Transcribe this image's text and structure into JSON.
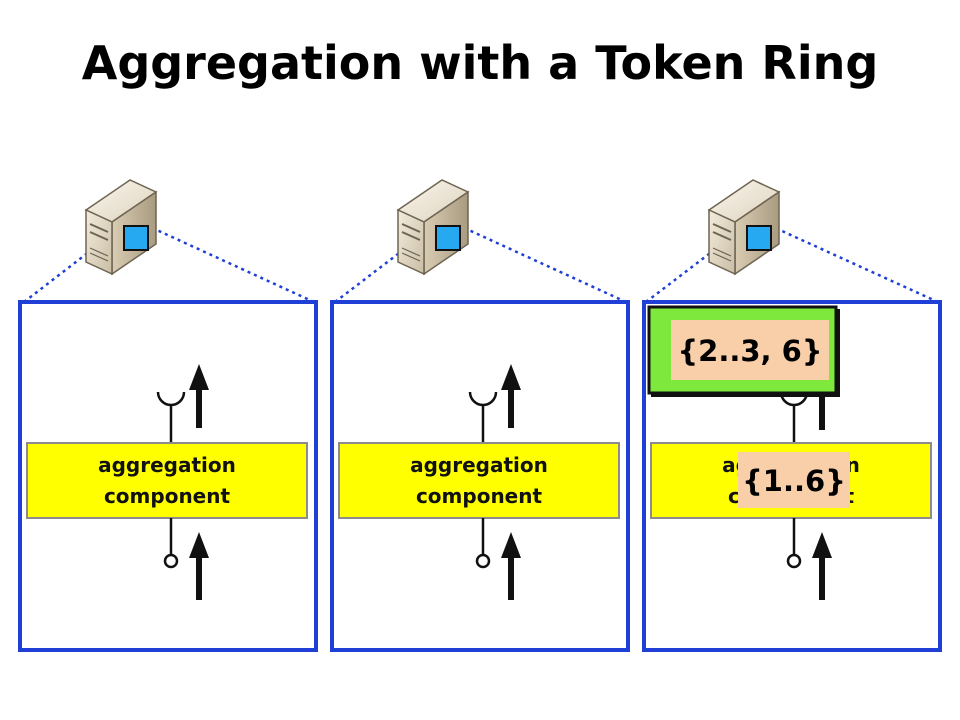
{
  "title": "Aggregation with a Token Ring",
  "nodes": [
    {
      "component_line1": "aggregation",
      "component_line2": "component"
    },
    {
      "component_line1": "aggregation",
      "component_line2": "component"
    },
    {
      "component_line1": "aggregation",
      "component_line2": "component"
    }
  ],
  "aggregated_set": "{2..3, 6}",
  "token_set": "{1..6}",
  "colors": {
    "box_border": "#1f3fd6",
    "component_fill": "#ffff00",
    "token_box_fill": "#7ee83c",
    "set_fill": "#f8cfa8",
    "screen_fill": "#26a9f0"
  },
  "icons": {
    "server": "server-tower-icon",
    "provided_port": "lollipop-icon",
    "required_port": "socket-icon",
    "arrow": "up-arrow-icon"
  }
}
